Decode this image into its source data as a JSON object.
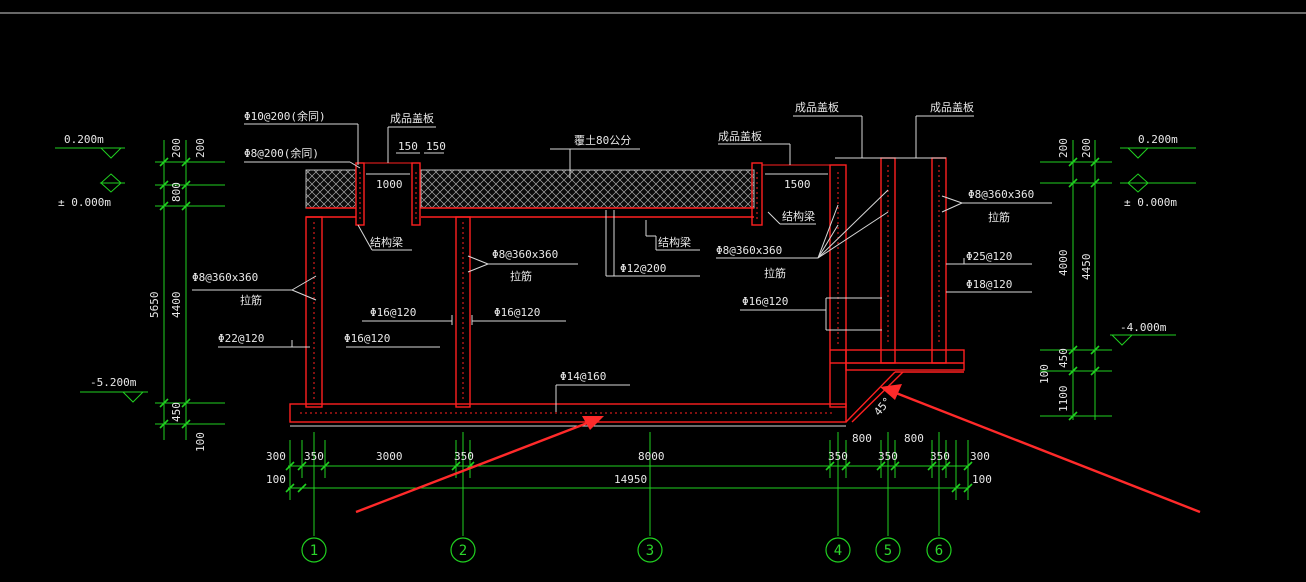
{
  "colors": {
    "background": "#000000",
    "structure": "#ff2020",
    "dimension": "#20d020",
    "text": "#e8e8e8",
    "hatch": "#bfbfbf",
    "arrow": "#ff2a2a"
  },
  "notes": {
    "rebar_top_left_1": "Φ10@200(余同)",
    "rebar_top_left_2": "Φ8@200(余同)",
    "cover_plate_left": "成品盖板",
    "soil_cover": "覆土80公分",
    "cover_plate_mid": "成品盖板",
    "cover_plate_r1": "成品盖板",
    "cover_plate_r2": "成品盖板",
    "opening_left": "1000",
    "opening_right": "1500",
    "beam_left": "结构梁",
    "beam_mid": "结构梁",
    "beam_right": "结构梁",
    "tie_left": "Φ8@360x360",
    "tie_left_sub": "拉筋",
    "tie_mid": "Φ8@360x360",
    "tie_mid_sub": "拉筋",
    "tie_right_a": "Φ8@360x360",
    "tie_right_a_sub": "拉筋",
    "tie_right_b": "Φ8@360x360",
    "tie_right_b_sub": "拉筋",
    "rebar_phi12": "Φ12@200",
    "rebar_phi16_a": "Φ16@120",
    "rebar_phi16_b": "Φ16@120",
    "rebar_phi16_c": "Φ16@120",
    "rebar_phi16_d": "Φ16@120",
    "rebar_phi22": "Φ22@120",
    "rebar_phi14": "Φ14@160",
    "rebar_phi25": "Φ25@120",
    "rebar_phi18": "Φ18@120",
    "slope_angle": "45°",
    "small_mark_1": "150",
    "small_mark_2": "150"
  },
  "left_elevations": {
    "top": "0.200m",
    "zero": "± 0.000m",
    "bottom": "-5.200m"
  },
  "right_elevations": {
    "top": "0.200m",
    "zero": "± 0.000m",
    "lower": "-4.000m"
  },
  "left_dims": {
    "d200a": "200",
    "d200b": "200",
    "d800": "800",
    "d4400": "4400",
    "d5650": "5650",
    "d450": "450",
    "d100": "100"
  },
  "right_dims": {
    "d200a": "200",
    "d200b": "200",
    "d4000": "4000",
    "d4450": "4450",
    "d450": "450",
    "d100": "100",
    "d1100": "1100"
  },
  "bottom_dims": {
    "row1": [
      "300",
      "350",
      "3000",
      "350",
      "8000",
      "350",
      "350",
      "350",
      "300"
    ],
    "row1_extra": [
      "800",
      "800"
    ],
    "row2_left": "100",
    "total": "14950",
    "row2_right": "100"
  },
  "axes": [
    "1",
    "2",
    "3",
    "4",
    "5",
    "6"
  ]
}
